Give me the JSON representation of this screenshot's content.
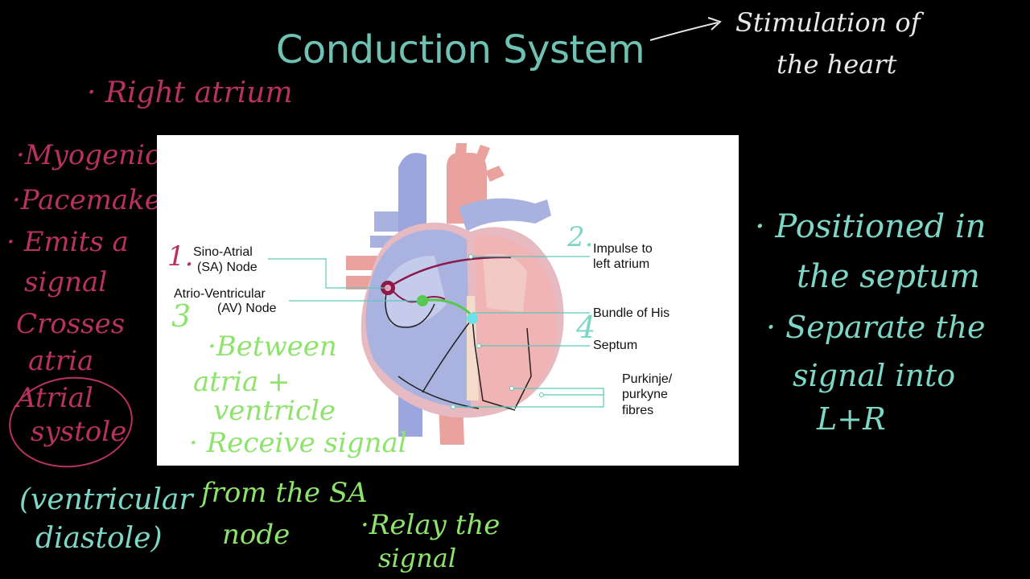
{
  "title": "Conduction System",
  "notes": {
    "top_right": [
      "Stimulation of",
      "the heart"
    ],
    "right_atrium": "· Right atrium",
    "left_list": [
      "·Myogenic",
      "·Pacemaker",
      "· Emits a",
      "signal",
      "Crosses",
      "atria",
      "Atrial",
      "systole"
    ],
    "ventricular_diastole": [
      "(ventricular",
      "diastole)"
    ],
    "av_notes": [
      "·Between",
      "atria +",
      "ventricle",
      "· Receive signal",
      "from the SA",
      "node"
    ],
    "relay": [
      "·Relay the",
      "signal"
    ],
    "right_notes": [
      "· Positioned in",
      "the septum",
      "· Separate the",
      "signal into",
      "L+R"
    ],
    "numbers": {
      "one": "1.",
      "two": "2.",
      "three": "3",
      "four": "4"
    }
  },
  "diagram": {
    "labels": {
      "sa": [
        "Sino-Atrial",
        "(SA) Node"
      ],
      "av": [
        "Atrio-Ventricular",
        "(AV) Node"
      ],
      "impulse": [
        "Impulse to",
        "left atrium"
      ],
      "bundle": "Bundle of His",
      "septum": "Septum",
      "purkinje": [
        "Purkinje/",
        "purkyne",
        "fibres"
      ]
    }
  },
  "colors": {
    "pink": "#b8325e",
    "green": "#8ee36d",
    "teal": "#7ed6c6",
    "title": "#6fc2b3",
    "heart_blue": "#a9b2de",
    "heart_red": "#e9a29d"
  }
}
